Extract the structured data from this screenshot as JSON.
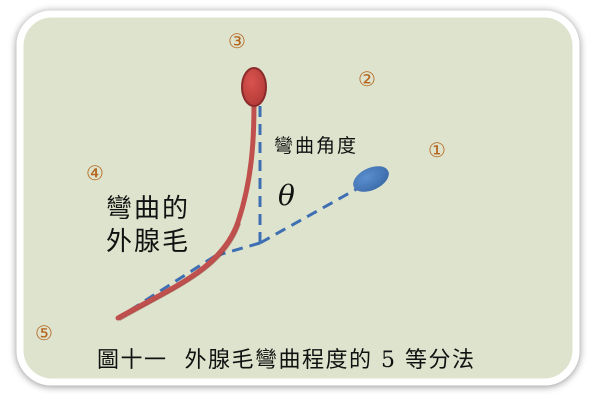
{
  "colors": {
    "panel_fill": "#dde3cc",
    "panel_border": "#ffffff",
    "hair_red": "#c0504d",
    "hair_dark": "#8b2b2b",
    "base_blue": "#4a7ebb",
    "dashed_blue": "#3f6fb3",
    "circled_numbers": "#b5651d",
    "text": "#111111"
  },
  "positions": {
    "p1": "①",
    "p2": "②",
    "p3": "③",
    "p4": "④",
    "p5": "⑤"
  },
  "labels": {
    "bend_angle": "彎曲角度",
    "theta": "θ",
    "bent_hair_line1": "彎曲的",
    "bent_hair_line2": "外腺毛"
  },
  "caption": "圖十一  外腺毛彎曲程度的 5 等分法"
}
